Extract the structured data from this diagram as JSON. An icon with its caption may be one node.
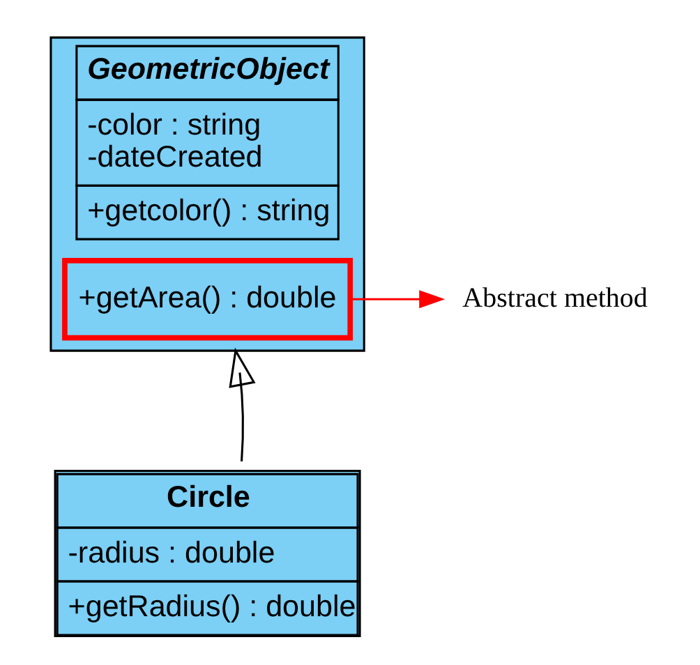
{
  "diagram": {
    "nodes": [
      {
        "text": [
          "GeometricObject",
          "-color : string",
          "-dateCreated",
          "+getcolor() : string"
        ]
      },
      {
        "text": [
          "+getArea() : double"
        ],
        "in": 0
      },
      {
        "text": [
          "Abstract method"
        ]
      },
      {
        "text": [
          "Circle",
          "-radius : double",
          "+getRadius() : double"
        ]
      }
    ],
    "edges": [
      {
        "from": 1,
        "to": 2,
        "arrow": "to",
        "color": "#ff0000"
      },
      {
        "from": 3,
        "to": 0,
        "arrow": "to",
        "color": "#000000"
      }
    ]
  }
}
